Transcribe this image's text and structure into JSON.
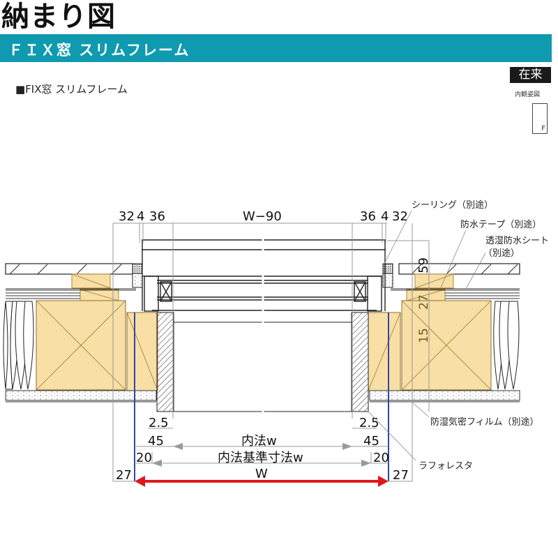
{
  "header": {
    "title": "納まり図",
    "bar_label": "ＦＩＸ窓 スリムフレーム",
    "subtitle": "■FIX窓 スリムフレーム",
    "badge": "在来",
    "view_label": "内観姿図",
    "view_icon_letter": "F"
  },
  "colors": {
    "header_bar": "#0f9ab0",
    "wood": "#f7dfa6",
    "frame_line_blue": "#3344aa",
    "width_arrow_red": "#e01818",
    "dimension_gray": "#9a9a9a"
  },
  "dimensions": {
    "top_left": [
      "32",
      "4",
      "36"
    ],
    "top_center": "W−90",
    "top_right": [
      "36",
      "4",
      "32"
    ],
    "vertical": [
      "59",
      "27",
      "15"
    ],
    "bottom_left_25": "2.5",
    "bottom_right_25": "2.5",
    "left_45": "45",
    "right_45": "45",
    "inner_w": "内法w",
    "left_20": "20",
    "right_20": "20",
    "inner_ref_w": "内法基準寸法w",
    "left_27": "27",
    "right_27": "27",
    "overall_w": "W"
  },
  "callouts": {
    "sealing": "シーリング（別途）",
    "waterproof_tape": "防水テープ（別途）",
    "breathable_sheet_1": "透湿防水シート",
    "breathable_sheet_2": "（別途）",
    "vapor_film": "防湿気密フィルム（別途）",
    "lath": "ラフォレスタ"
  }
}
